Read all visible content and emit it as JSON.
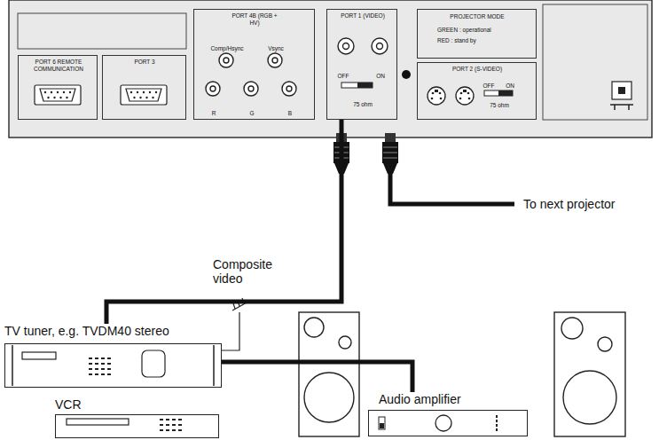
{
  "diagram": {
    "nodes": [
      {
        "text": [
          "PORT 6 REMOTE COMMUNICATION"
        ]
      },
      {
        "text": [
          "PORT 3"
        ]
      },
      {
        "text": [
          "PORT 4B (RGB + HV)",
          "Comp/Hsync",
          "Vsync",
          "R",
          "G",
          "B"
        ]
      },
      {
        "text": [
          "PORT 1 (VIDEO)",
          "OFF",
          "ON",
          "75 ohm"
        ]
      },
      {
        "text": [
          "PROJECTOR MODE",
          "GREEN : operational",
          "RED : stand by"
        ]
      },
      {
        "text": [
          "PORT 2 (S-VIDEO)",
          "OFF",
          "ON",
          "75 ohm"
        ]
      },
      {
        "text": [
          "TV tuner, e.g. TVDM40 stereo"
        ]
      },
      {
        "text": [
          "VCR"
        ]
      },
      {
        "text": [
          "Audio amplifier"
        ]
      }
    ],
    "edges": [
      {
        "from": 6,
        "to": 3,
        "label": "Composite video",
        "arrow": "none"
      },
      {
        "from": 6,
        "to": 8,
        "arrow": "none"
      }
    ],
    "labels": [
      "To next projector"
    ]
  }
}
